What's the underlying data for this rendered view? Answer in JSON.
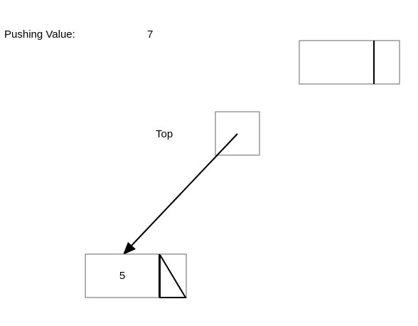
{
  "status": {
    "label": "Pushing Value:",
    "value": "7"
  },
  "top_pointer": {
    "label": "Top"
  },
  "stack_nodes": [
    {
      "value": "5",
      "next": "null"
    }
  ],
  "new_node": {
    "value": "",
    "next": ""
  },
  "colors": {
    "stroke": "#000000",
    "box_stroke": "#666666",
    "background": "#ffffff"
  }
}
